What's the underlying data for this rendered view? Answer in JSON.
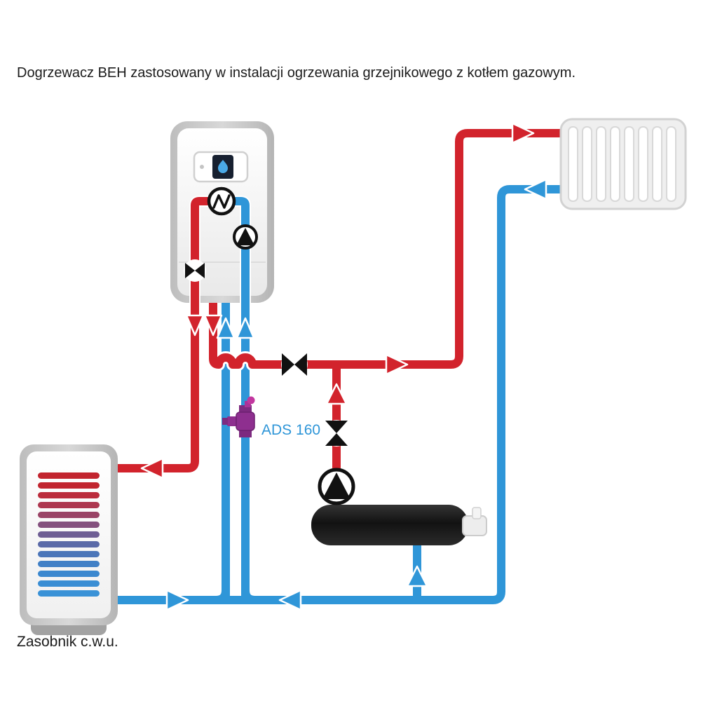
{
  "title": "Dogrzewacz BEH zastosowany w instalacji ogrzewania grzejnikowego z kotłem gazowym.",
  "labels": {
    "ads_valve": "ADS 160",
    "tank": "Zasobnik c.w.u."
  },
  "colors": {
    "supply_red": "#d2232c",
    "return_blue": "#2f96d8",
    "valve_purple": "#8e2f8f",
    "valve_purple_dark": "#7d2a80",
    "valve_magenta": "#c2379f",
    "heater_body": "#1d1d1d",
    "label_blue": "#2f96d8",
    "text_dark": "#1b1b1b",
    "flame_blue": "#4aa9e6"
  }
}
